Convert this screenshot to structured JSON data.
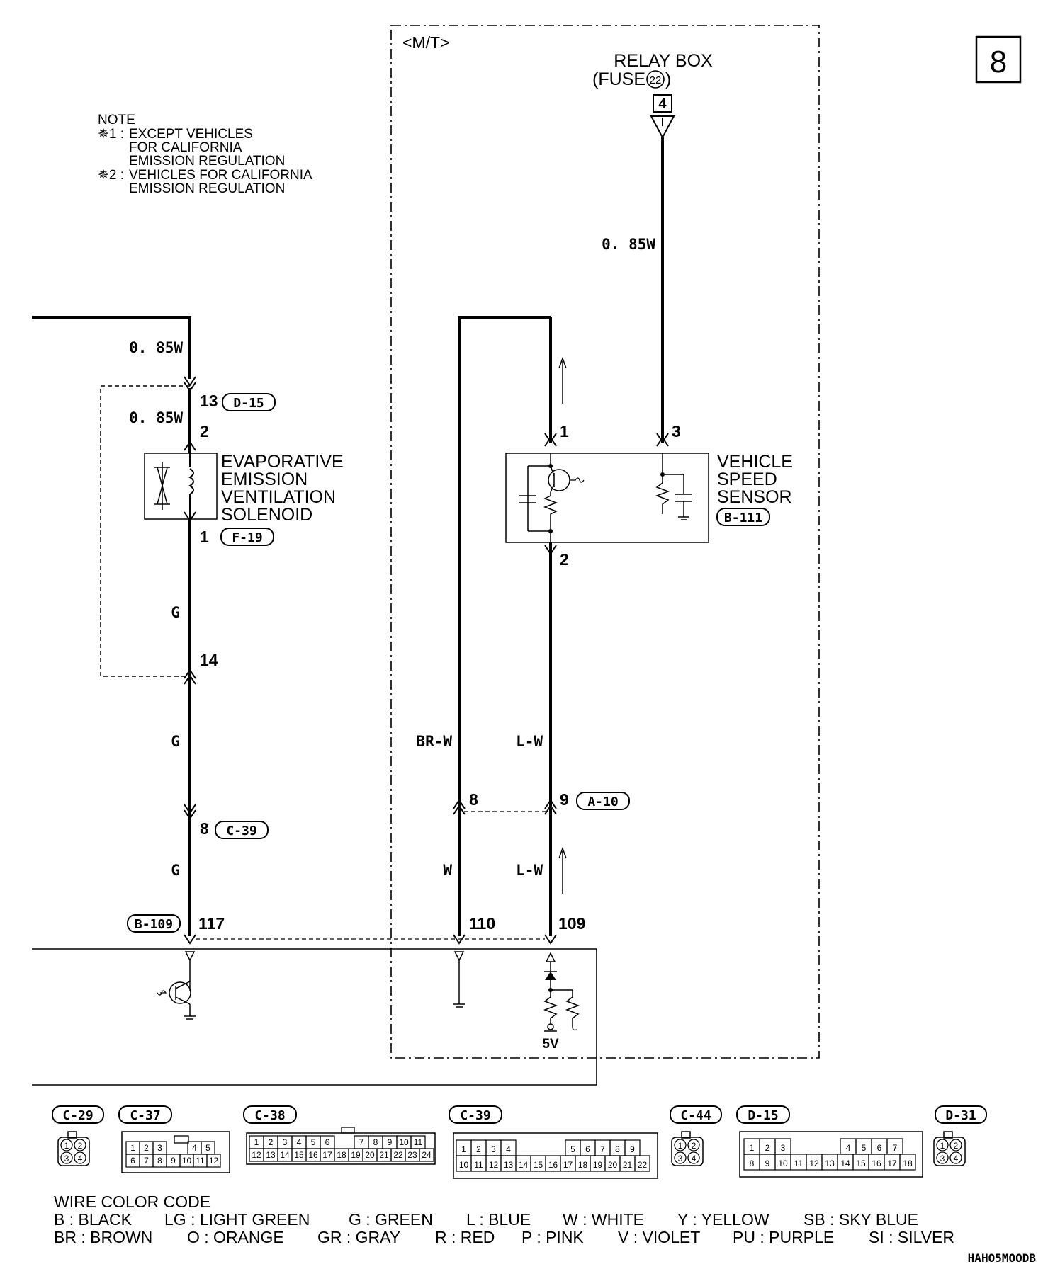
{
  "page_number": "8",
  "mt_label": "<M/T>",
  "relay_box": {
    "line1": "RELAY BOX",
    "line2": "(FUSE",
    "fuse_no": "22",
    "line2_end": ")",
    "connector_pin": "4"
  },
  "note": {
    "title": "NOTE",
    "star1_mark": "✵1 :",
    "star1_lines": [
      "EXCEPT VEHICLES",
      "FOR CALIFORNIA",
      "EMISSION REGULATION"
    ],
    "star2_mark": "✵2 :",
    "star2_lines": [
      "VEHICLES FOR CALIFORNIA",
      "EMISSION REGULATION"
    ]
  },
  "wires": {
    "left_top": "0. 85W",
    "left_mid": "0. 85W",
    "left_g1": "G",
    "left_g2": "G",
    "left_g3": "G",
    "relay_wire": "0. 85W",
    "brw": "BR-W",
    "lw_upper": "L-W",
    "w_lower": "W",
    "lw_lower": "L-W"
  },
  "pins": {
    "d15_pin": "13",
    "sol_top": "2",
    "sol_bottom": "1",
    "pin14": "14",
    "c39_pin": "8",
    "ecu_117": "117",
    "ecu_110": "110",
    "ecu_109": "109",
    "a10_8": "8",
    "a10_9": "9",
    "vss_1": "1",
    "vss_2": "2",
    "vss_3": "3"
  },
  "connectors": {
    "d15": "D-15",
    "f19": "F-19",
    "c39": "C-39",
    "a10": "A-10",
    "b109": "B-109",
    "b111": "B-111"
  },
  "solenoid_label": [
    "EVAPORATIVE",
    "EMISSION",
    "VENTILATION",
    "SOLENOID"
  ],
  "vss_label": [
    "VEHICLE",
    "SPEED",
    "SENSOR"
  ],
  "voltage": "5V",
  "connector_views": {
    "c29": {
      "name": "C-29",
      "pins": [
        "1",
        "2",
        "3",
        "4"
      ]
    },
    "c37": {
      "name": "C-37",
      "row1": [
        "1",
        "2",
        "3",
        "",
        "4",
        "5"
      ],
      "row2": [
        "6",
        "7",
        "8",
        "9",
        "10",
        "11",
        "12"
      ]
    },
    "c38": {
      "name": "C-38",
      "row1": [
        "1",
        "2",
        "3",
        "4",
        "5",
        "6",
        "",
        "7",
        "8",
        "9",
        "10",
        "11"
      ],
      "row2": [
        "12",
        "13",
        "14",
        "15",
        "16",
        "17",
        "18",
        "19",
        "20",
        "21",
        "22",
        "23",
        "24"
      ]
    },
    "c39": {
      "name": "C-39",
      "row1": [
        "1",
        "2",
        "3",
        "4",
        "",
        "5",
        "6",
        "7",
        "8",
        "9"
      ],
      "row2": [
        "10",
        "11",
        "12",
        "13",
        "14",
        "15",
        "16",
        "17",
        "18",
        "19",
        "20",
        "21",
        "22"
      ]
    },
    "c44": {
      "name": "C-44",
      "pins": [
        "1",
        "2",
        "3",
        "4"
      ]
    },
    "d15": {
      "name": "D-15",
      "row1": [
        "1",
        "2",
        "3",
        "",
        "4",
        "5",
        "6",
        "7"
      ],
      "row2": [
        "8",
        "9",
        "10",
        "11",
        "12",
        "13",
        "14",
        "15",
        "16",
        "17",
        "18"
      ]
    },
    "d31": {
      "name": "D-31",
      "pins": [
        "1",
        "2",
        "3",
        "4"
      ]
    }
  },
  "legend": {
    "title": "WIRE COLOR CODE",
    "row1": [
      "B : BLACK",
      "LG : LIGHT GREEN",
      "G : GREEN",
      "L : BLUE",
      "W : WHITE",
      "Y : YELLOW",
      "SB : SKY BLUE"
    ],
    "row2": [
      "BR : BROWN",
      "O : ORANGE",
      "GR : GRAY",
      "R : RED",
      "P : PINK",
      "V : VIOLET",
      "PU : PURPLE",
      "SI : SILVER"
    ]
  },
  "doc_code": "HAHO5MOODB"
}
